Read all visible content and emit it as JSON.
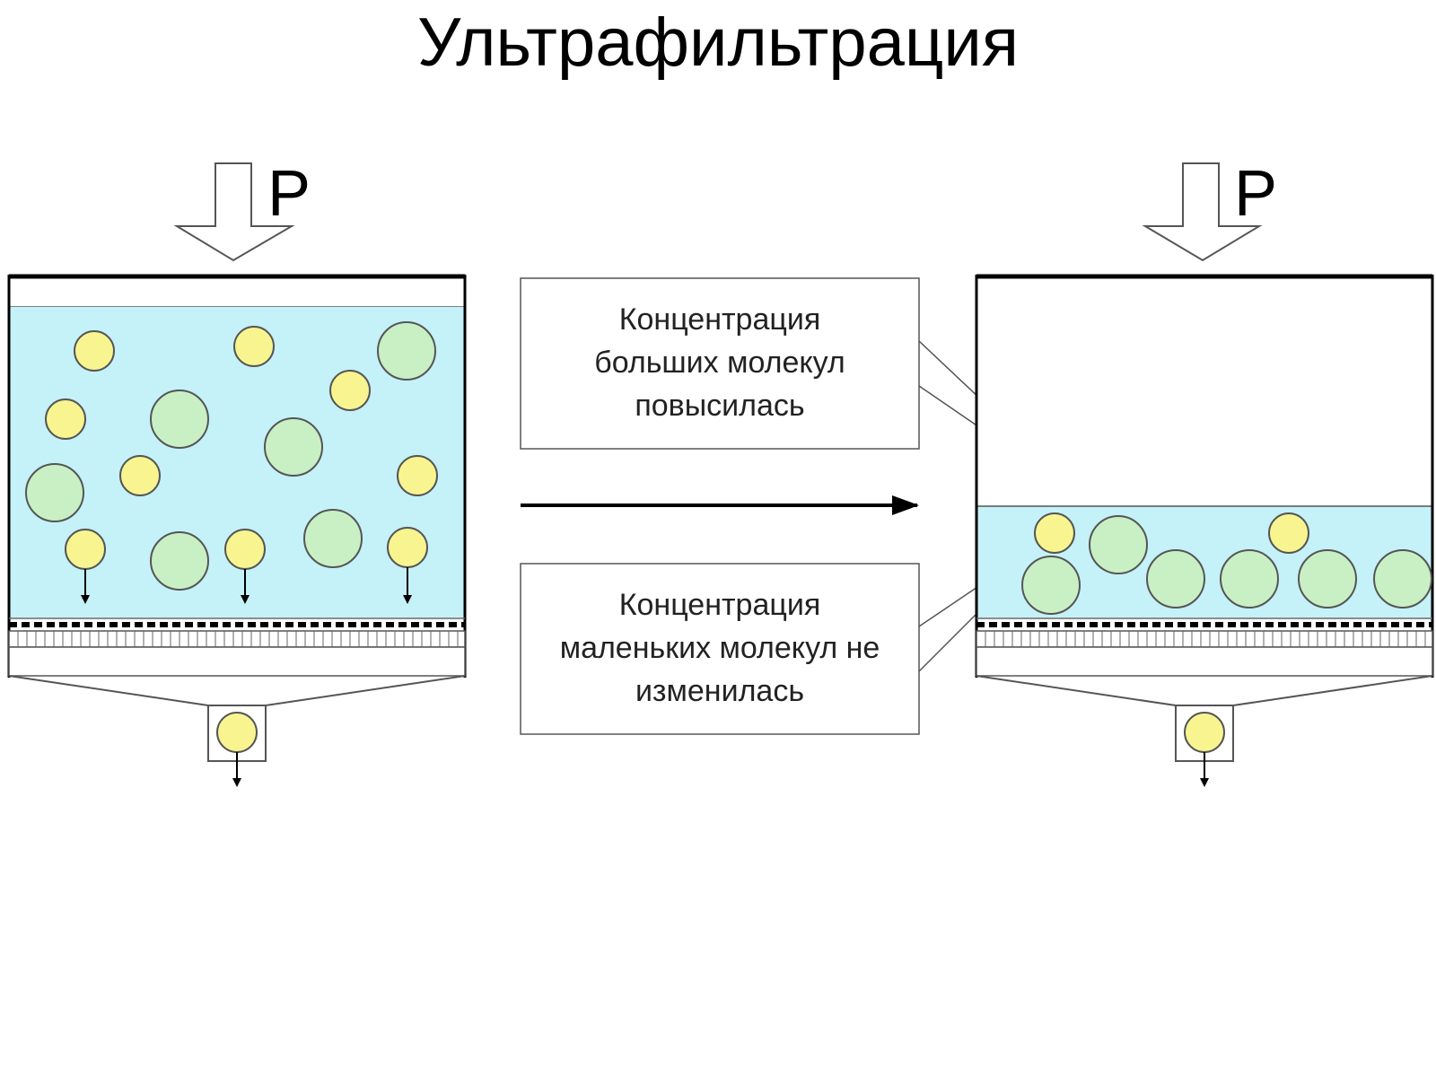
{
  "title": "Ультрафильтрация",
  "pressure_label": "P",
  "callout_top": [
    "Концентрация",
    "больших молекул",
    "повысилась"
  ],
  "callout_bottom": [
    "Концентрация",
    "маленьких молекул не",
    "изменилась"
  ],
  "colors": {
    "liquid": "#c5f1f8",
    "small_molecule": "#f8f590",
    "large_molecule": "#c8f0c4",
    "outline": "#000000"
  }
}
